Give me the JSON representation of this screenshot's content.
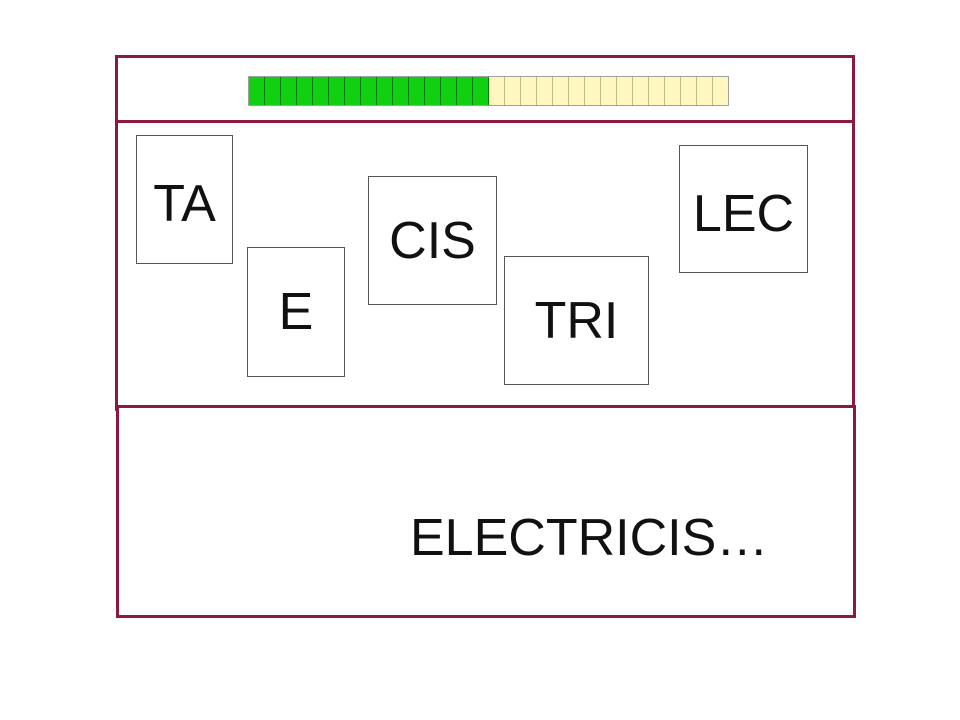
{
  "progress": {
    "total_segments": 30,
    "filled_segments": 15,
    "filled_color": "#11d011",
    "empty_color": "#fff6c0"
  },
  "tiles": [
    {
      "id": "tile-ta",
      "label": "TA"
    },
    {
      "id": "tile-e",
      "label": "E"
    },
    {
      "id": "tile-cis",
      "label": "CIS"
    },
    {
      "id": "tile-tri",
      "label": "TRI"
    },
    {
      "id": "tile-lec",
      "label": "LEC"
    }
  ],
  "answer": {
    "text": "ELECTRICIS…"
  },
  "colors": {
    "frame": "#8b1a3c"
  }
}
